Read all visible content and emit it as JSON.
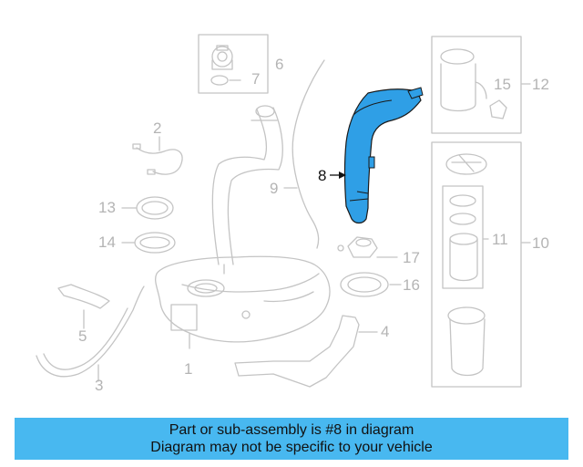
{
  "callouts": {
    "c1": "1",
    "c2": "2",
    "c3": "3",
    "c4": "4",
    "c5": "5",
    "c6": "6",
    "c7": "7",
    "c8": "8",
    "c9": "9",
    "c10": "10",
    "c11": "11",
    "c12": "12",
    "c13": "13",
    "c14": "14",
    "c15": "15",
    "c16": "16",
    "c17": "17"
  },
  "banner": {
    "line1": "Part or sub-assembly is #8 in diagram",
    "line2": "Diagram may not be specific to your vehicle"
  },
  "colors": {
    "highlight": "#2f9fe6",
    "line": "#c4c4c4",
    "banner": "#48b8f0"
  }
}
